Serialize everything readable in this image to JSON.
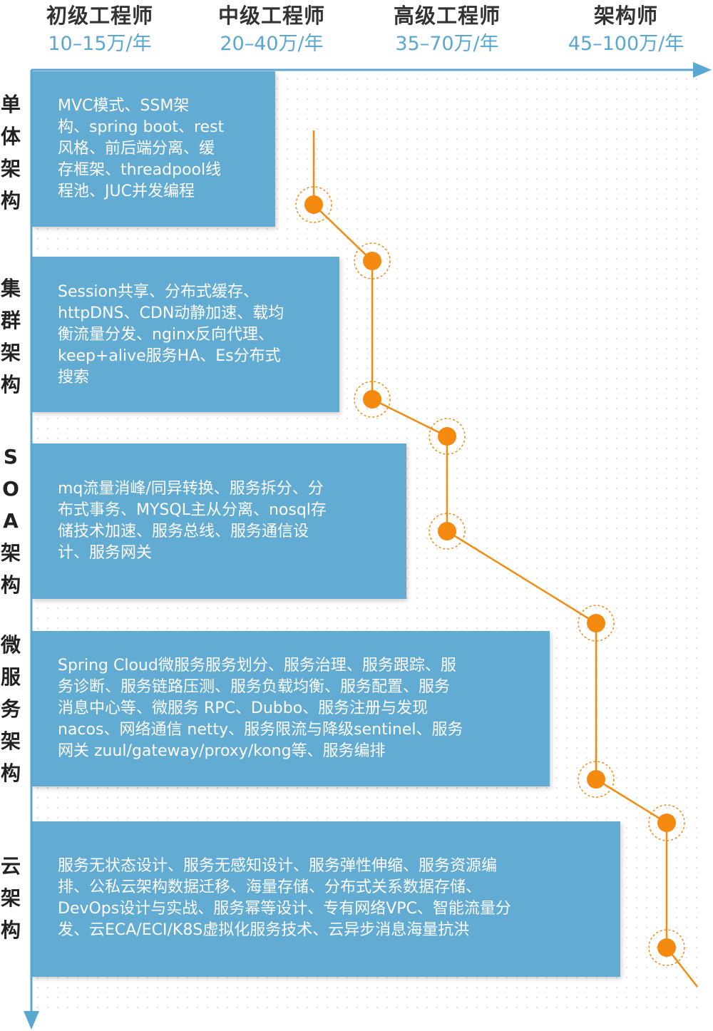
{
  "levels": [
    {
      "title": "初级工程师",
      "salary": "10–15万/年"
    },
    {
      "title": "中级工程师",
      "salary": "20–40万/年"
    },
    {
      "title": "高级工程师",
      "salary": "35–70万/年"
    },
    {
      "title": "架构师",
      "salary": "45–100万/年"
    }
  ],
  "stages": [
    {
      "label": [
        "单",
        "体",
        "架",
        "构"
      ],
      "text": "MVC模式、SSM架\n构、spring boot、rest\n风格、前后端分离、缓\n存框架、threadpool线\n程池、JUC并发编程"
    },
    {
      "label": [
        "集",
        "群",
        "架",
        "构"
      ],
      "text": "Session共享、分布式缓存、\nhttpDNS、CDN动静加速、载均\n衡流量分发、nginx反向代理、\nkeep+alive服务HA、Es分布式\n搜索"
    },
    {
      "label": [
        "S",
        "O",
        "A",
        "架",
        "构"
      ],
      "text": "mq流量消峰/同异转换、服务拆分、分\n布式事务、MYSQL主从分离、nosql存\n储技术加速、服务总线、服务通信设\n计、服务网关"
    },
    {
      "label": [
        "微",
        "服",
        "务",
        "架",
        "构"
      ],
      "text": "Spring Cloud微服务服务划分、服务治理、服务跟踪、服\n务诊断、服务链路压测、服务负载均衡、服务配置、服务\n消息中心等、微服务 RPC、Dubbo、服务注册与发现\nnacos、网络通信 netty、服务限流与降级sentinel、服务\n网关 zuul/gateway/proxy/kong等、服务编排"
    },
    {
      "label": [
        "云",
        "架",
        "构"
      ],
      "text": "服务无状态设计、服务无感知设计、服务弹性伸缩、服务资源编\n排、公私云架构数据迁移、海量存储、分布式关系数据存储、\nDevOps设计与实战、服务幂等设计、专有网络VPC、智能流量分\n发、云ECA/ECI/K8S虚拟化服务技术、云异步消息海量抗洪"
    }
  ],
  "colors": {
    "axis": "#5aa7d2",
    "box": "#62abd3",
    "path": "#f58a10",
    "heading": "#333333"
  }
}
